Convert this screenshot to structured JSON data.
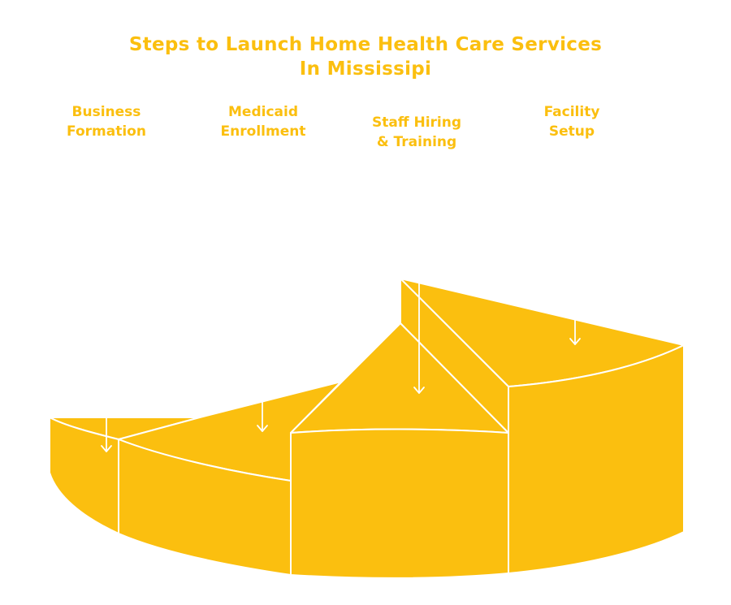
{
  "title": {
    "line1": "Steps to Launch Home Health Care Services",
    "line2": "In Mississipi"
  },
  "steps": [
    {
      "line1": "Business",
      "line2": "Formation"
    },
    {
      "line1": "Medicaid",
      "line2": "Enrollment"
    },
    {
      "line1": "Staff Hiring",
      "line2": "& Training"
    },
    {
      "line1": "Facility",
      "line2": "Setup"
    }
  ],
  "colors": {
    "fill": "#FBBF0F",
    "stroke": "#FFFFFF",
    "text": "#FBBF0F"
  }
}
